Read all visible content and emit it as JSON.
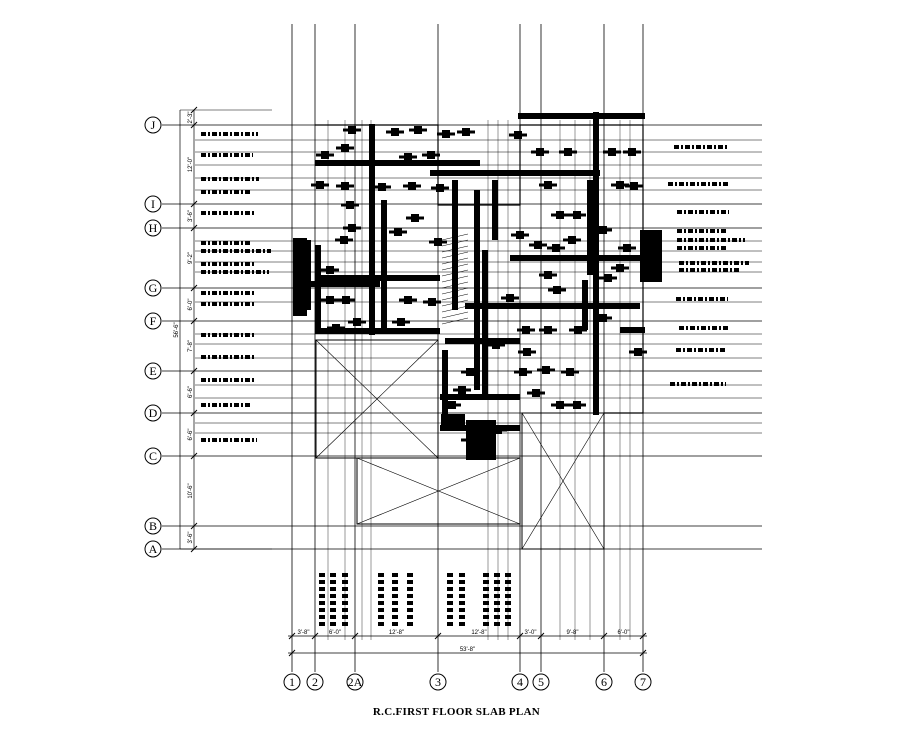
{
  "title": "R.C.FIRST FLOOR SLAB PLAN",
  "colors": {
    "ink": "#000000",
    "paper": "#ffffff"
  },
  "grid": {
    "vertical": [
      "1",
      "2",
      "2A",
      "3",
      "4",
      "5",
      "6",
      "7"
    ],
    "horizontal": [
      "J",
      "I",
      "H",
      "G",
      "F",
      "E",
      "D",
      "C",
      "B",
      "A"
    ]
  },
  "dimensions": {
    "bottom_spans": [
      "3'-8\"",
      "6'-0\"",
      "12'-8\"",
      "12'-8\"",
      "3'-0\"",
      "9'-8\"",
      "6'-0\""
    ],
    "bottom_total": "53'-8\"",
    "left_spans": [
      "2'-3\"",
      "12'-0\"",
      "3'-6\"",
      "9'-2\"",
      "6'-0\"",
      "7'-8\"",
      "6'-6\"",
      "6'-6\"",
      "10'-6\"",
      "3'-6\""
    ],
    "left_total": "56'-6\""
  }
}
